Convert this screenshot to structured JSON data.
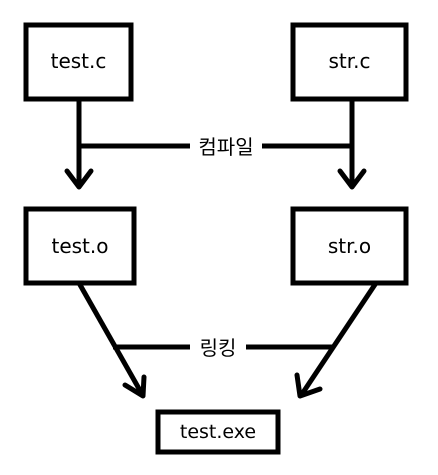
{
  "nodes": {
    "test_c": "test.c",
    "str_c": "str.c",
    "test_o": "test.o",
    "str_o": "str.o",
    "test_exe": "test.exe"
  },
  "labels": {
    "compile": "컴파일",
    "link": "링킹"
  },
  "colors": {
    "stroke": "#000000",
    "background": "#ffffff"
  }
}
